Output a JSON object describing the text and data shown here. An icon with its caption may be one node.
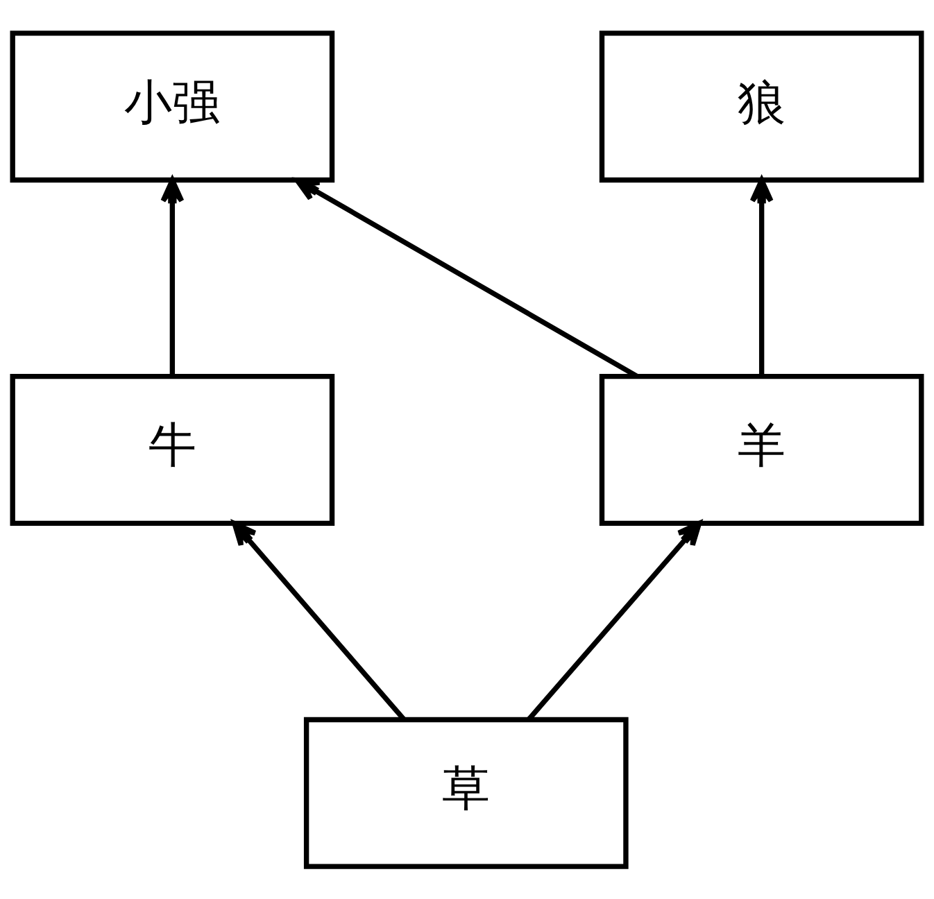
{
  "diagram": {
    "nodes": [
      {
        "text": [
          "小强"
        ]
      },
      {
        "text": [
          "狼"
        ]
      },
      {
        "text": [
          "牛"
        ]
      },
      {
        "text": [
          "羊"
        ]
      },
      {
        "text": [
          "草"
        ]
      }
    ],
    "edges": [
      {
        "from": 2,
        "to": 0,
        "arrow": "to"
      },
      {
        "from": 3,
        "to": 0,
        "arrow": "to"
      },
      {
        "from": 3,
        "to": 1,
        "arrow": "to"
      },
      {
        "from": 4,
        "to": 2,
        "arrow": "to"
      },
      {
        "from": 4,
        "to": 3,
        "arrow": "to"
      }
    ]
  }
}
